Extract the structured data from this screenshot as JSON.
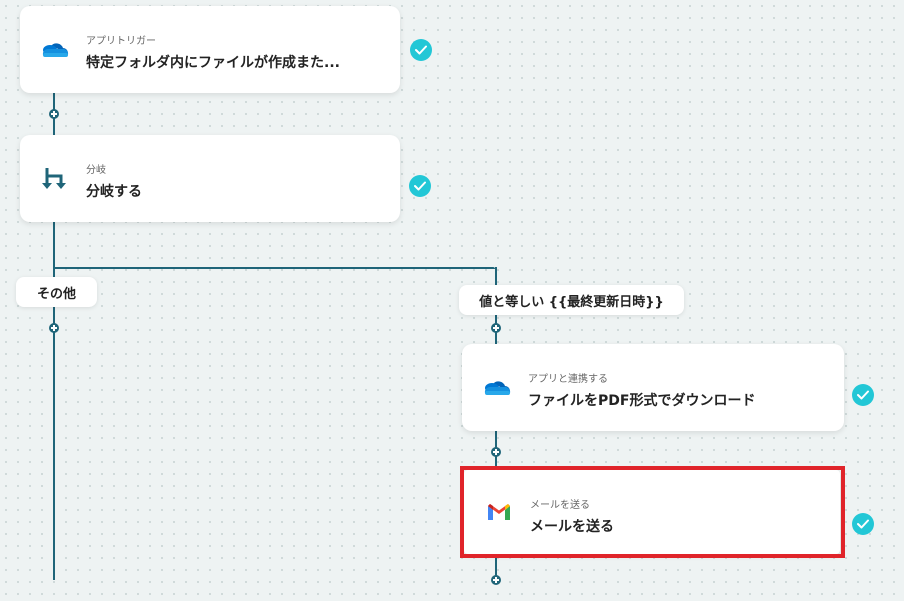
{
  "flow": {
    "steps": [
      {
        "sub": "アプリトリガー",
        "title": "特定フォルダ内にファイルが作成また...",
        "icon": "onedrive-icon",
        "status": "completed"
      },
      {
        "sub": "分岐",
        "title": "分岐する",
        "icon": "branch-icon",
        "status": "completed"
      },
      {
        "sub": "アプリと連携する",
        "title": "ファイルをPDF形式でダウンロード",
        "icon": "onedrive-icon",
        "status": "completed"
      },
      {
        "sub": "メールを送る",
        "title": "メールを送る",
        "icon": "gmail-icon",
        "status": "completed",
        "selected": true
      }
    ],
    "branches": {
      "other_label": "その他",
      "condition_label": "値と等しい {{最終更新日時}}"
    }
  },
  "colors": {
    "connector": "#1f6579",
    "check": "#22c7d6",
    "highlight": "#e0242a",
    "branch_icon": "#1f6579"
  }
}
